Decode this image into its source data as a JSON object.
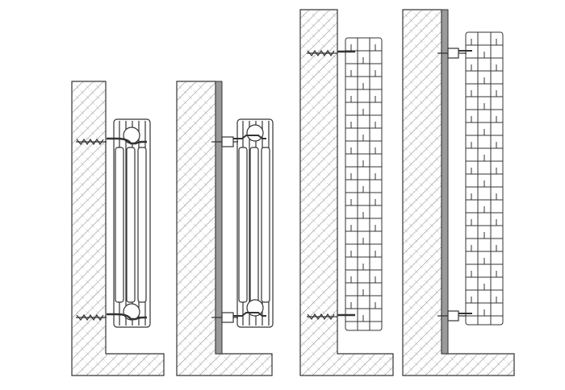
{
  "figure": {
    "panels": [
      {
        "id": "panel-1",
        "wall_covering": "none",
        "radiator": "sectional-column",
        "mounting": "screw-hook-brackets"
      },
      {
        "id": "panel-2",
        "wall_covering": "cladding-panel",
        "radiator": "sectional-column",
        "mounting": "stand-off-brackets"
      },
      {
        "id": "panel-3",
        "wall_covering": "none",
        "radiator": "brick-pattern-tall",
        "mounting": "screw-hook-brackets"
      },
      {
        "id": "panel-4",
        "wall_covering": "cladding-panel",
        "radiator": "brick-pattern-tall",
        "mounting": "stand-off-brackets"
      }
    ],
    "colors": {
      "line": "#333333",
      "hatch": "#8a8a8a",
      "cladding": "#9a9a9a",
      "background": "#ffffff"
    }
  }
}
